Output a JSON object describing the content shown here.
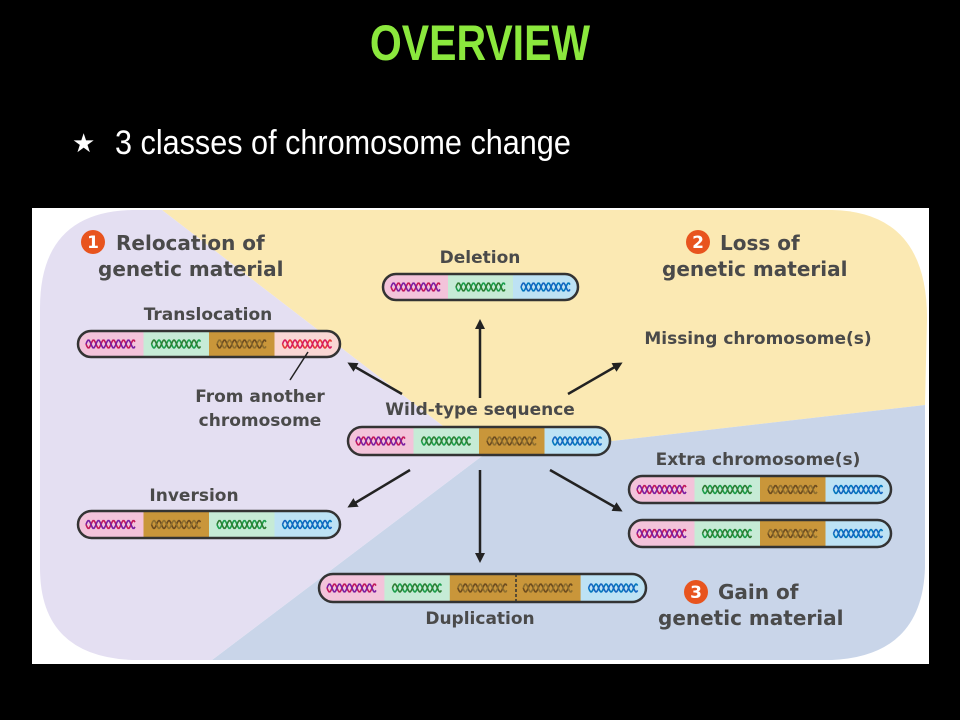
{
  "title": "OVERVIEW",
  "bullet": "3 classes of chromosome change",
  "diagram": {
    "center_label": "Wild-type sequence",
    "class1": {
      "number": "1",
      "line1": "Relocation of",
      "line2": "genetic material"
    },
    "class2": {
      "number": "2",
      "line1": "Loss of",
      "line2": "genetic material"
    },
    "class3": {
      "number": "3",
      "line1": "Gain of",
      "line2": "genetic material"
    },
    "deletion": "Deletion",
    "translocation": "Translocation",
    "from_another_1": "From another",
    "from_another_2": "chromosome",
    "inversion": "Inversion",
    "duplication": "Duplication",
    "missing": "Missing chromosome(s)",
    "extra": "Extra chromosome(s)"
  },
  "colors": {
    "title": "#8BE83D",
    "region_relocation": "#E4DFF2",
    "region_loss": "#FBE9B3",
    "region_gain": "#C9D5E9",
    "number_badge": "#E8541E",
    "seg_pink": "#F3C3DA",
    "seg_green": "#C6EBD6",
    "seg_brown": "#C9963A",
    "seg_blue": "#BDE2F4",
    "seg_lightpink": "#F9D7D4"
  }
}
